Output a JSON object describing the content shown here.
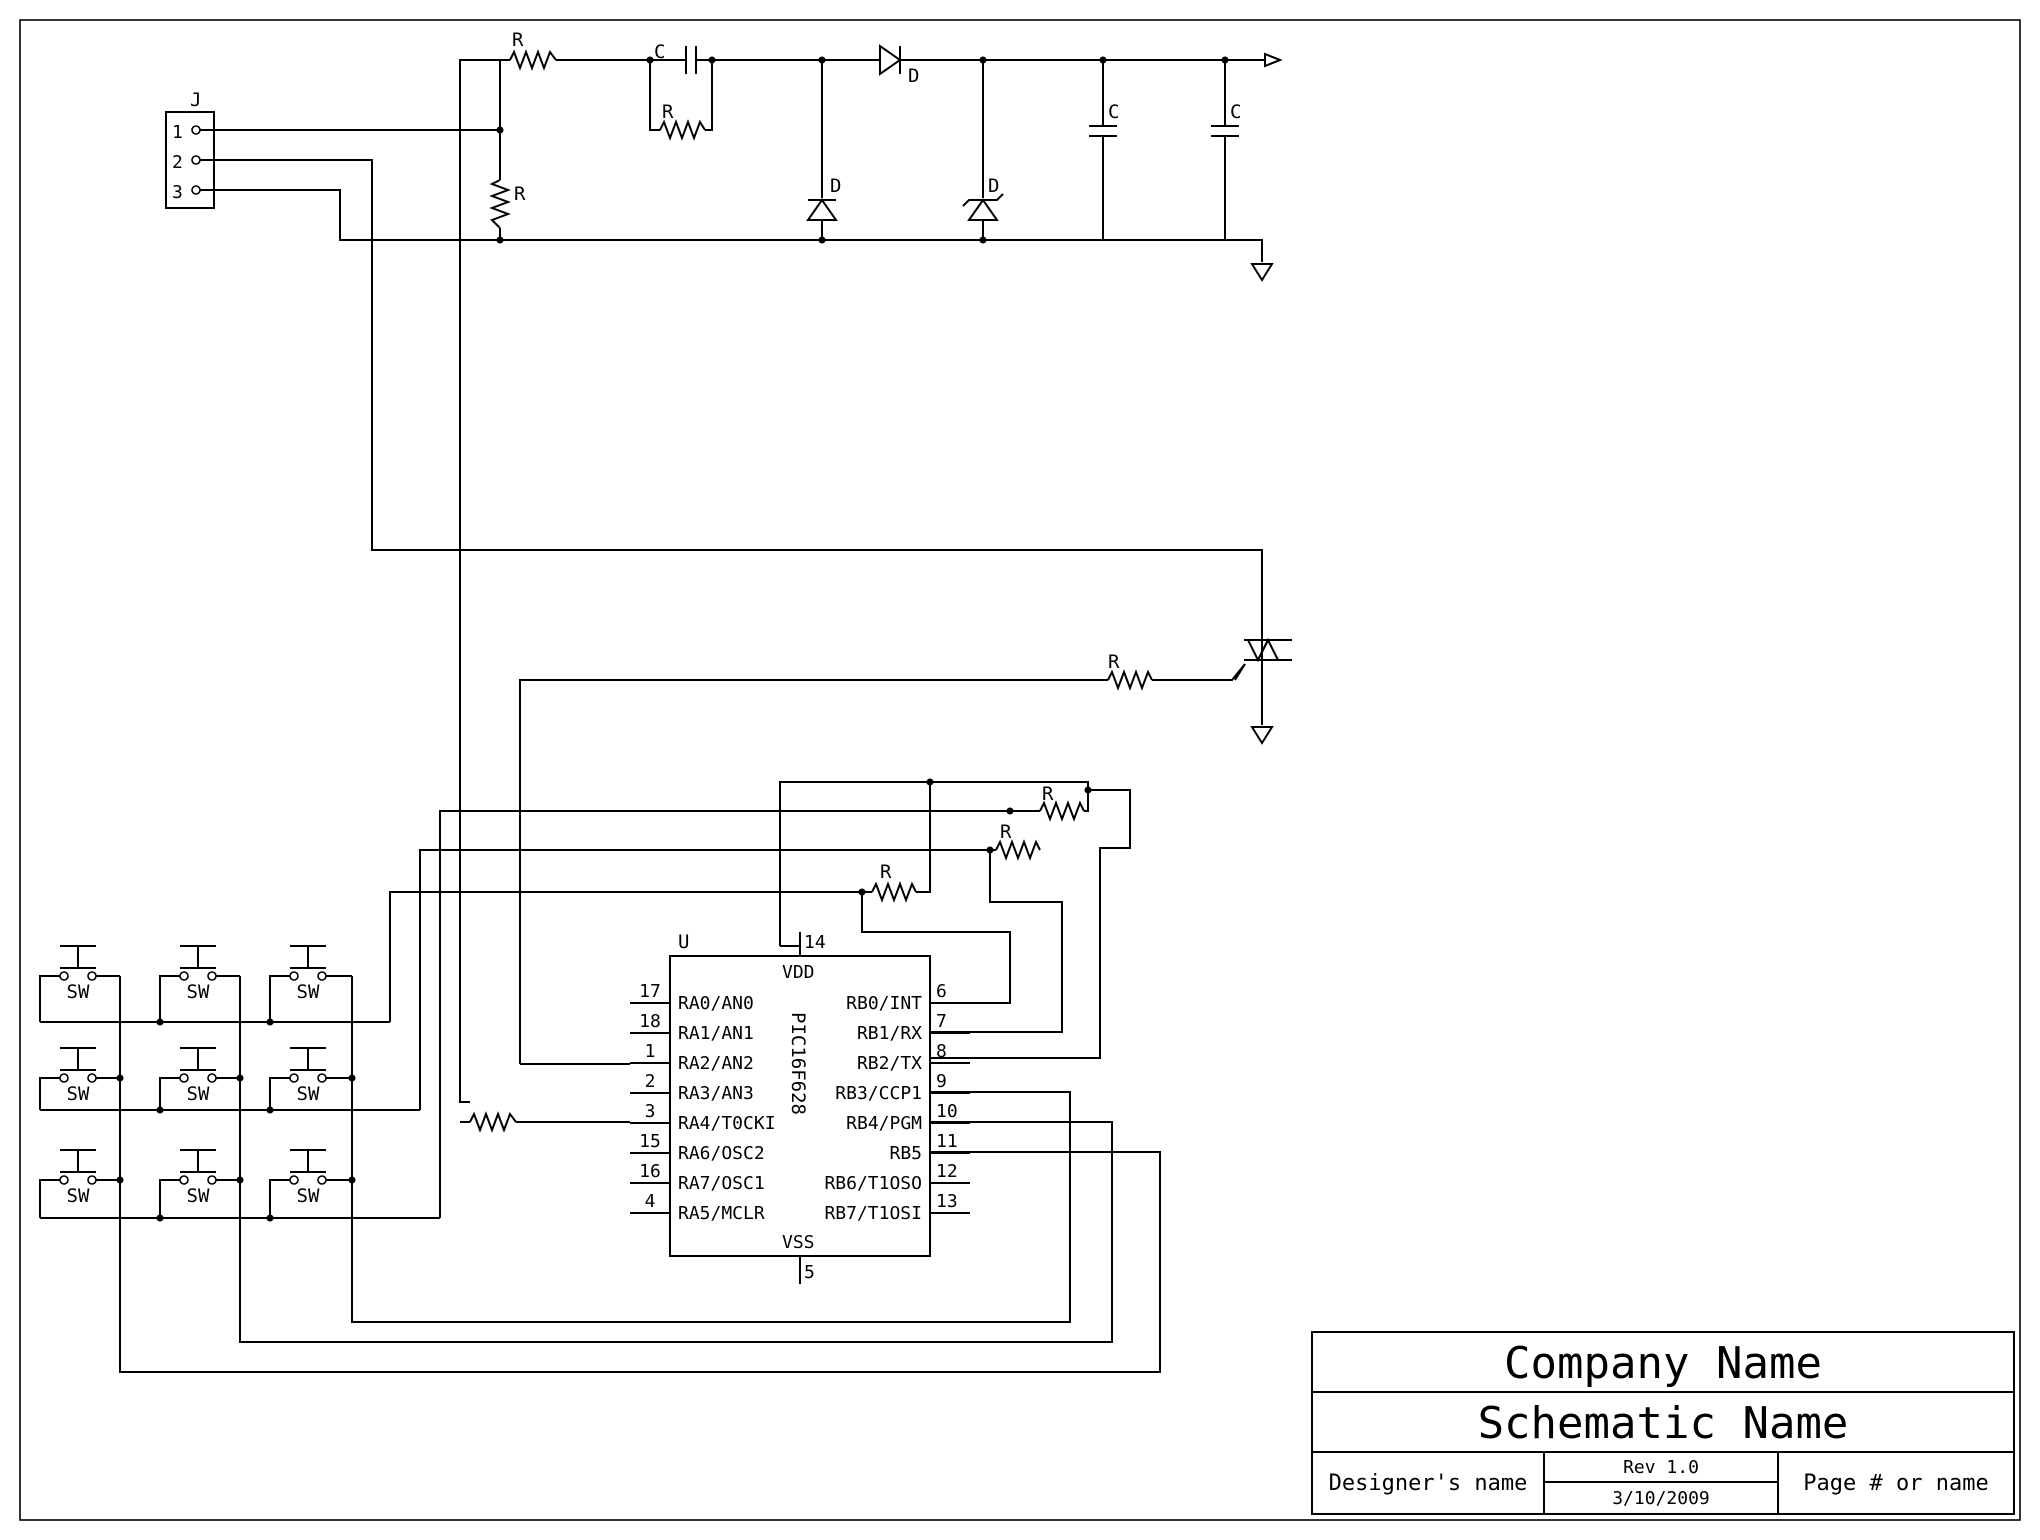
{
  "connector": {
    "ref": "J",
    "pins": [
      "1",
      "2",
      "3"
    ]
  },
  "parts": {
    "resistor": "R",
    "capacitor": "C",
    "diode": "D",
    "switch": "SW",
    "ic_ref": "U"
  },
  "ic": {
    "name": "PIC16F628",
    "vdd": "VDD",
    "vss": "VSS",
    "vdd_pin": "14",
    "vss_pin": "5",
    "left_pins": [
      {
        "num": "17",
        "name": "RA0/AN0"
      },
      {
        "num": "18",
        "name": "RA1/AN1"
      },
      {
        "num": "1",
        "name": "RA2/AN2"
      },
      {
        "num": "2",
        "name": "RA3/AN3"
      },
      {
        "num": "3",
        "name": "RA4/T0CKI"
      },
      {
        "num": "15",
        "name": "RA6/OSC2"
      },
      {
        "num": "16",
        "name": "RA7/OSC1"
      },
      {
        "num": "4",
        "name": "RA5/MCLR"
      }
    ],
    "right_pins": [
      {
        "num": "6",
        "name": "RB0/INT"
      },
      {
        "num": "7",
        "name": "RB1/RX"
      },
      {
        "num": "8",
        "name": "RB2/TX"
      },
      {
        "num": "9",
        "name": "RB3/CCP1"
      },
      {
        "num": "10",
        "name": "RB4/PGM"
      },
      {
        "num": "11",
        "name": "RB5"
      },
      {
        "num": "12",
        "name": "RB6/T1OSO"
      },
      {
        "num": "13",
        "name": "RB7/T1OSI"
      }
    ]
  },
  "title_block": {
    "company": "Company Name",
    "schematic": "Schematic Name",
    "designer": "Designer's name",
    "rev": "Rev 1.0",
    "date": "3/10/2009",
    "page": "Page # or name"
  }
}
